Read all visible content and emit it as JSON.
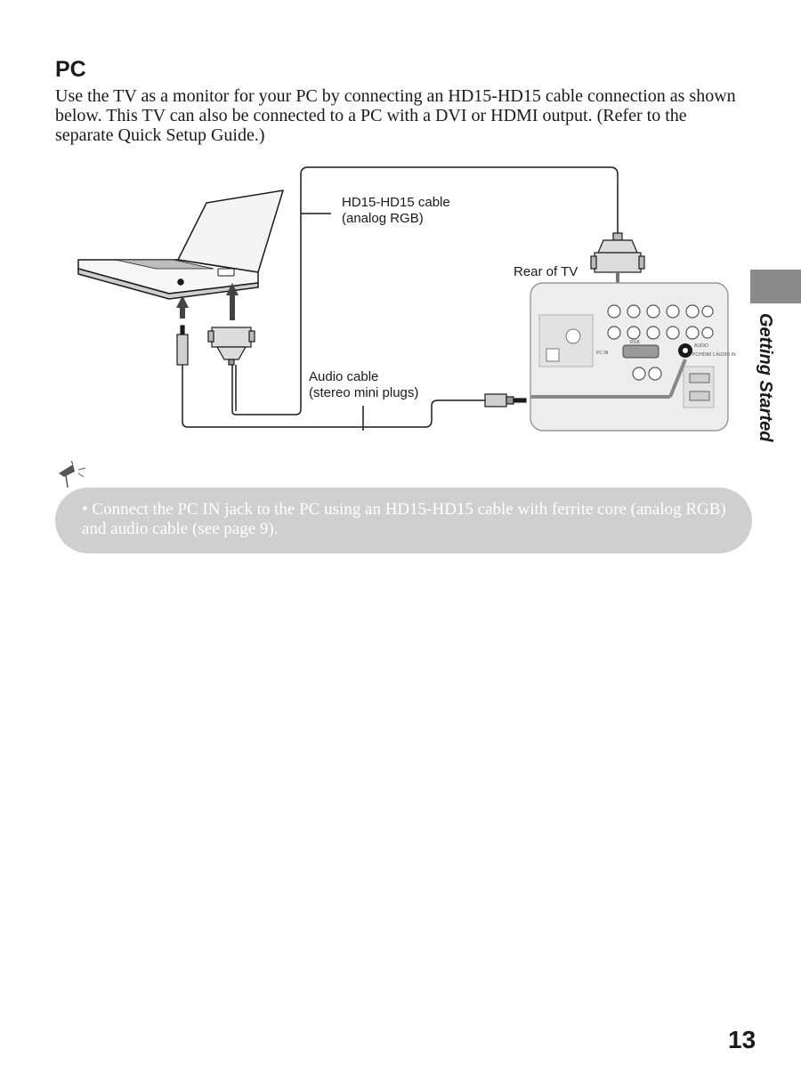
{
  "section": {
    "title": "PC",
    "intro": "Use the TV as a monitor for your PC by connecting an HD15-HD15 cable connection as shown below. This TV can also be connected to a PC with a DVI or HDMI output. (Refer to the separate Quick Setup Guide.)"
  },
  "diagram": {
    "hd15_cable_line1": "HD15-HD15 cable",
    "hd15_cable_line2": "(analog RGB)",
    "rear_of_tv": "Rear of TV",
    "audio_cable_line1": "Audio cable",
    "audio_cable_line2": "(stereo mini plugs)",
    "panel_labels": {
      "pc_in": "PC IN",
      "rgb": "RGB",
      "audio": "AUDIO",
      "pc_hdmi_audio_in": "PC/HDMI 1 AUDIO IN"
    }
  },
  "sidebar": {
    "label": "Getting Started"
  },
  "tip": {
    "icon": "tip-lamp-icon",
    "text": "• Connect the PC IN jack to the PC using an HD15-HD15 cable with ferrite core (analog RGB) and audio cable (see page 9)."
  },
  "page_number": "13"
}
